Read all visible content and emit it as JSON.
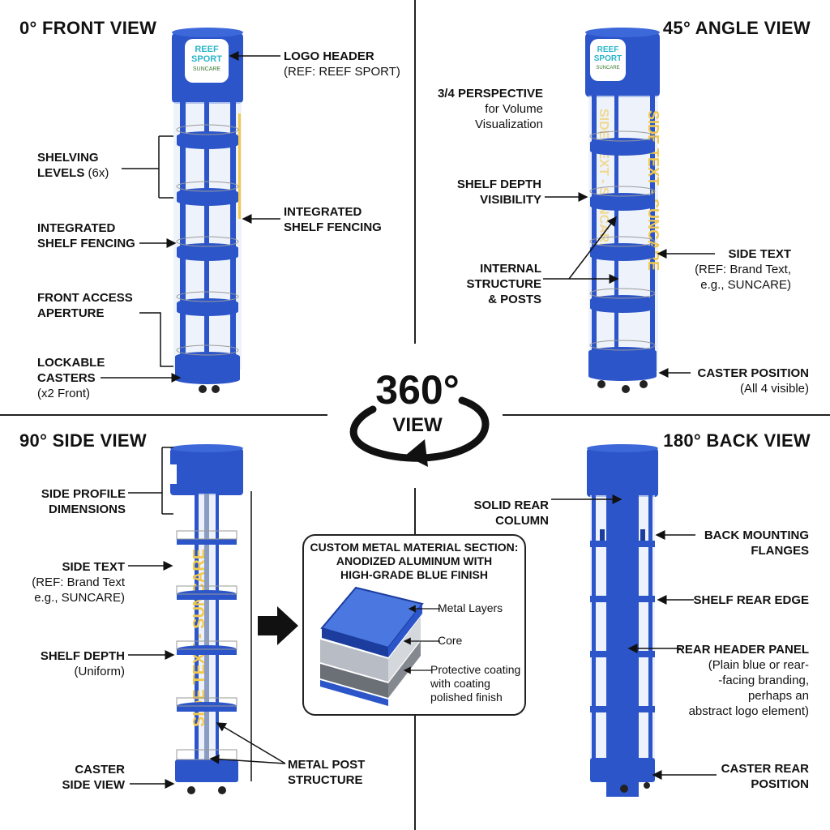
{
  "views": {
    "front": {
      "title": "0° FRONT VIEW",
      "logo_text": [
        "REEF",
        "SPORT",
        "SUNCARE"
      ],
      "labels": {
        "logo_header": {
          "title": "LOGO HEADER",
          "sub": "(REF: REEF SPORT)"
        },
        "shelving_levels": {
          "title": [
            "SHELVING",
            "LEVELS"
          ],
          "sub": "(6x)"
        },
        "integrated_fencing_right": {
          "title": [
            "INTEGRATED",
            "SHELF FENCING"
          ]
        },
        "integrated_fencing_left": {
          "title": [
            "INTEGRATED",
            "SHELF FENCING"
          ]
        },
        "front_access": {
          "title": [
            "FRONT ACCESS",
            "APERTURE"
          ]
        },
        "lockable_casters": {
          "title": [
            "LOCKABLE",
            "CASTERS"
          ],
          "sub": "(x2 Front)"
        }
      }
    },
    "angle": {
      "title": "45° ANGLE VIEW",
      "logo_text": [
        "REEF",
        "SPORT",
        "SUNCARE"
      ],
      "side_text": "SIDE TEXT - SUNCARE",
      "labels": {
        "perspective": {
          "title": "3/4 PERSPECTIVE",
          "sub": [
            "for Volume",
            "Visualization"
          ]
        },
        "shelf_depth": {
          "title": [
            "SHELF DEPTH",
            "VISIBILITY"
          ]
        },
        "internal_structure": {
          "title": [
            "INTERNAL",
            "STRUCTURE",
            "& POSTS"
          ]
        },
        "side_text": {
          "title": "SIDE TEXT",
          "sub": [
            "(REF: Brand Text,",
            "e.g., SUNCARE)"
          ]
        },
        "caster_position": {
          "title": "CASTER POSITION",
          "sub": "(All 4 visible)"
        }
      }
    },
    "side": {
      "title": "90° SIDE VIEW",
      "side_text": "SIDE TEXT - SUNCARE",
      "labels": {
        "side_profile": {
          "title": [
            "SIDE PROFILE",
            "DIMENSIONS"
          ]
        },
        "side_text": {
          "title": "SIDE TEXT",
          "sub": [
            "(REF: Brand Text",
            "e.g., SUNCARE)"
          ]
        },
        "shelf_depth": {
          "title": "SHELF DEPTH",
          "sub": "(Uniform)"
        },
        "caster_side": {
          "title": [
            "CASTER",
            "SIDE VIEW"
          ]
        },
        "metal_post": {
          "title": [
            "METAL POST",
            "STRUCTURE"
          ]
        }
      }
    },
    "back": {
      "title": "180° BACK VIEW",
      "labels": {
        "solid_rear": {
          "title": [
            "SOLID REAR",
            "COLUMN"
          ]
        },
        "back_flanges": {
          "title": [
            "BACK MOUNTING",
            "FLANGES"
          ]
        },
        "shelf_rear_edge": {
          "title": "SHELF REAR EDGE"
        },
        "rear_header": {
          "title": "REAR HEADER PANEL",
          "sub": [
            "(Plain blue or rear-",
            "-facing branding,",
            "perhaps an",
            "abstract logo element)"
          ]
        },
        "caster_rear": {
          "title": [
            "CASTER REAR",
            "POSITION"
          ]
        }
      }
    }
  },
  "center_badge": {
    "degrees": "360°",
    "label": "VIEW"
  },
  "material_section": {
    "title": [
      "CUSTOM METAL MATERIAL SECTION:",
      "ANODIZED ALUMINUM WITH",
      "HIGH-GRADE BLUE FINISH"
    ],
    "layers": [
      "Metal Layers",
      "Core",
      "Protective coating",
      "with coating",
      "polished finish"
    ]
  },
  "colors": {
    "blue": "#2c55c9",
    "blue_dark": "#1c3d9e",
    "yellow": "#f2c94c",
    "line": "#111111"
  }
}
